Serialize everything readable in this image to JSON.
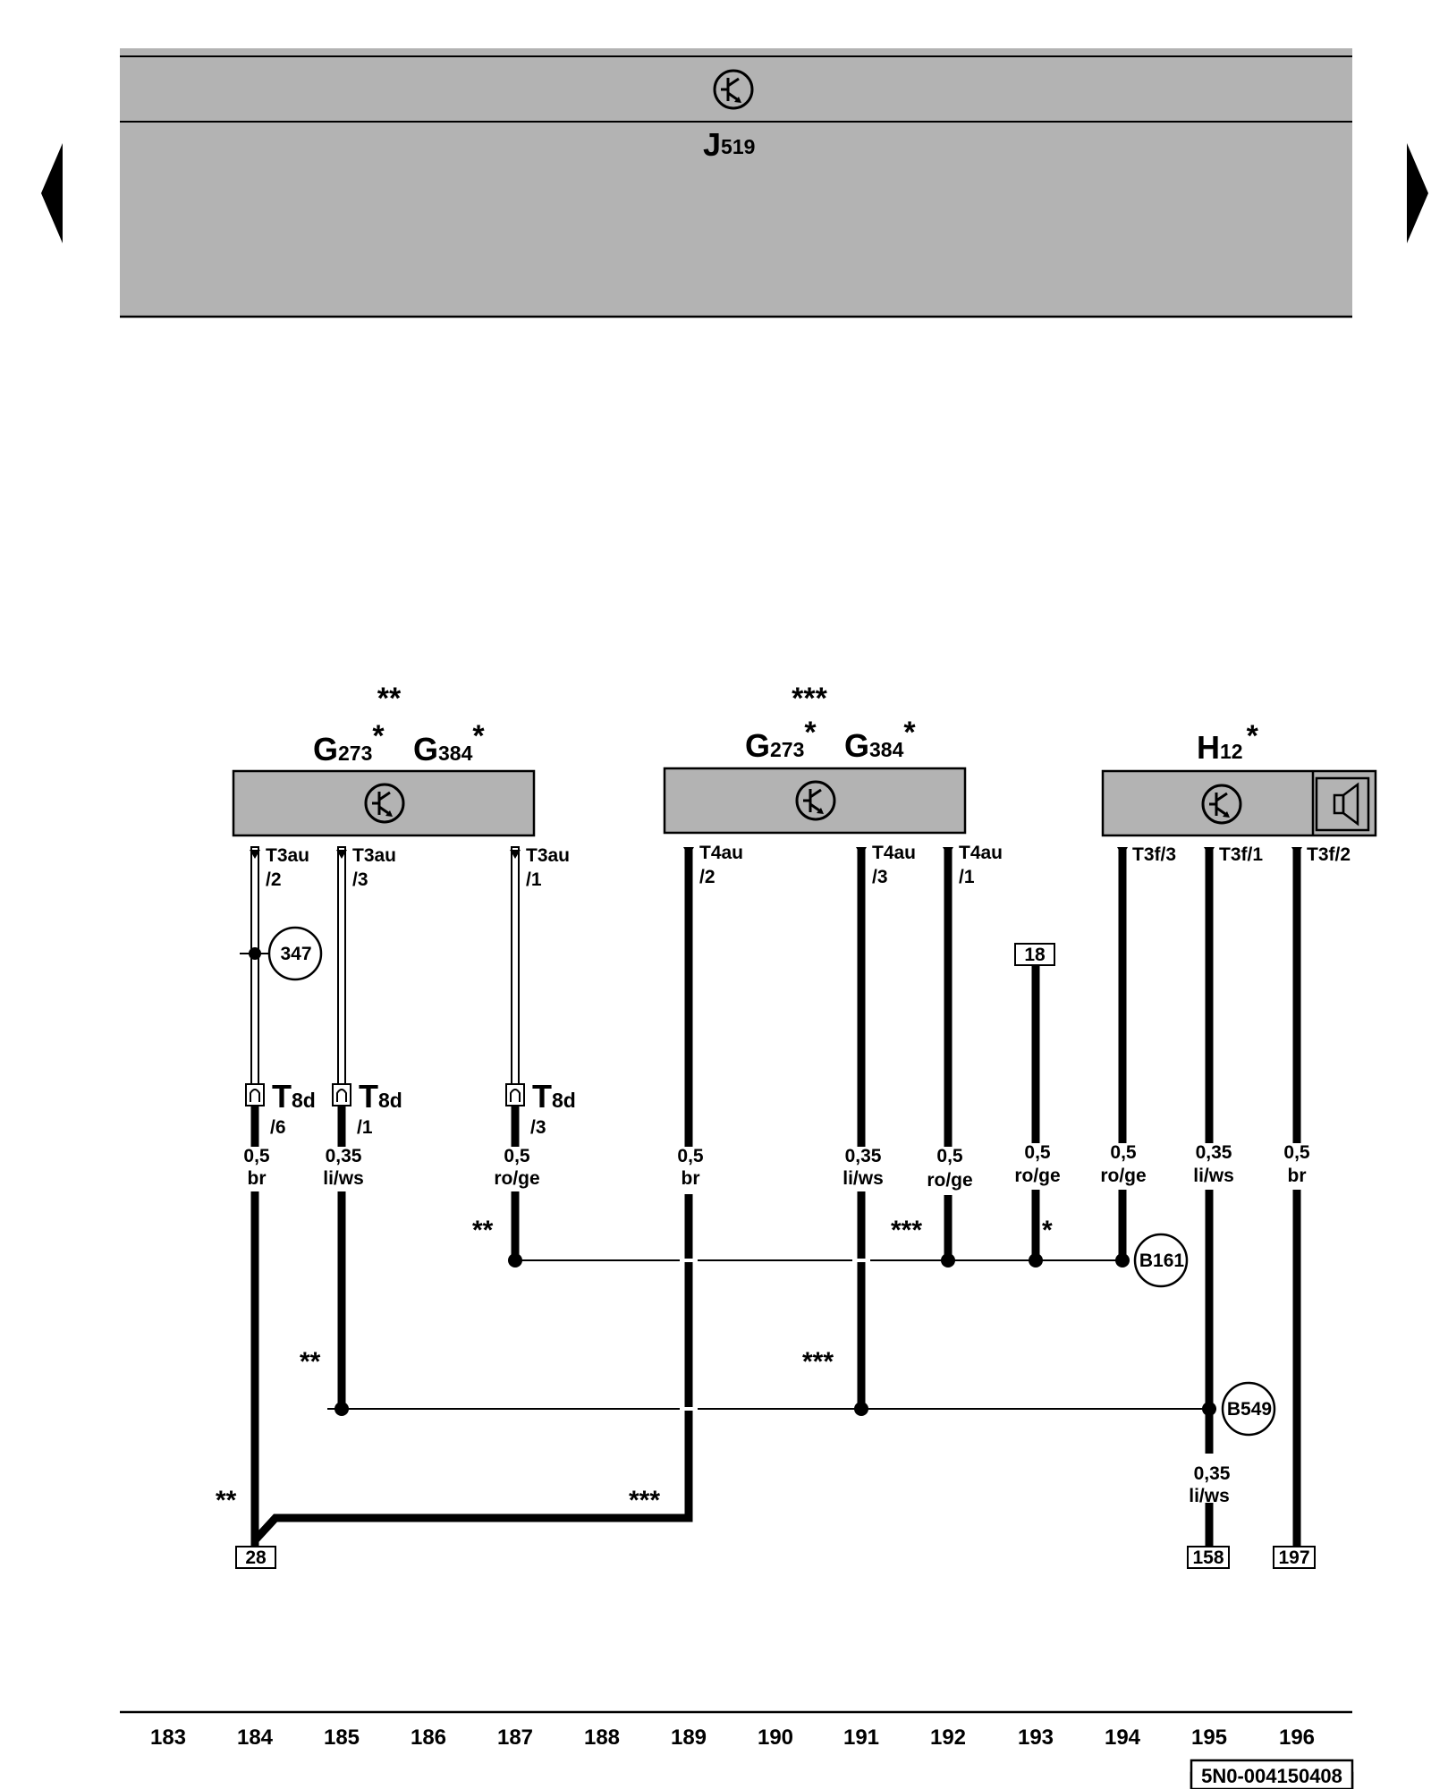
{
  "header": {
    "control_unit": {
      "letter": "J",
      "number": "519"
    },
    "icon": "electronic-component-icon",
    "background": "#b3b3b3"
  },
  "nav": {
    "prev_icon": "triangle-left-icon",
    "next_icon": "triangle-right-icon"
  },
  "components": {
    "group1": {
      "marker": "**",
      "names": [
        {
          "letter": "G",
          "number": "273",
          "star": "*"
        },
        {
          "letter": "G",
          "number": "384",
          "star": "*"
        }
      ]
    },
    "group2": {
      "marker": "***",
      "names": [
        {
          "letter": "G",
          "number": "273",
          "star": "*"
        },
        {
          "letter": "G",
          "number": "384",
          "star": "*"
        }
      ]
    },
    "h12": {
      "letter": "H",
      "number": "12",
      "star": "*",
      "speaker_icon": "speaker-icon"
    }
  },
  "pins": {
    "p1": {
      "conn": "T3au",
      "num": "/2"
    },
    "p2": {
      "conn": "T3au",
      "num": "/3"
    },
    "p3": {
      "conn": "T3au",
      "num": "/1"
    },
    "p4": {
      "conn": "T4au",
      "num": "/2"
    },
    "p5": {
      "conn": "T4au",
      "num": "/3"
    },
    "p6": {
      "conn": "T4au",
      "num": "/1"
    },
    "p7": {
      "conn": "T3f/3"
    },
    "p8": {
      "conn": "T3f/1"
    },
    "p9": {
      "conn": "T3f/2"
    }
  },
  "connectors": {
    "c1": {
      "letter": "T",
      "sub": "8d",
      "num": "/6"
    },
    "c2": {
      "letter": "T",
      "sub": "8d",
      "num": "/1"
    },
    "c3": {
      "letter": "T",
      "sub": "8d",
      "num": "/3"
    }
  },
  "wires": {
    "w1": {
      "size": "0,5",
      "color": "br"
    },
    "w2": {
      "size": "0,35",
      "color": "li/ws"
    },
    "w3": {
      "size": "0,5",
      "color": "ro/ge"
    },
    "w4": {
      "size": "0,5",
      "color": "br"
    },
    "w5": {
      "size": "0,35",
      "color": "li/ws"
    },
    "w6": {
      "size": "0,5",
      "color": "ro/ge"
    },
    "w7": {
      "size": "0,5",
      "color": "ro/ge"
    },
    "w8": {
      "size": "0,5",
      "color": "ro/ge"
    },
    "w9": {
      "size": "0,35",
      "color": "li/ws"
    },
    "w10": {
      "size": "0,5",
      "color": "br"
    },
    "w11": {
      "size": "0,35",
      "color": "li/ws"
    }
  },
  "markers": {
    "m_ro_left": "**",
    "m_ro_mid": "***",
    "m_ro_18": "*",
    "m_li_left": "**",
    "m_li_mid": "***",
    "m_br_left": "**",
    "m_br_mid": "***"
  },
  "refs": {
    "circle_347": "347",
    "b161": "B161",
    "b549": "B549",
    "box_18": "18",
    "box_28": "28",
    "box_158": "158",
    "box_197": "197"
  },
  "columns": [
    "183",
    "184",
    "185",
    "186",
    "187",
    "188",
    "189",
    "190",
    "191",
    "192",
    "193",
    "194",
    "195",
    "196"
  ],
  "doc_id": "5N0-004150408"
}
